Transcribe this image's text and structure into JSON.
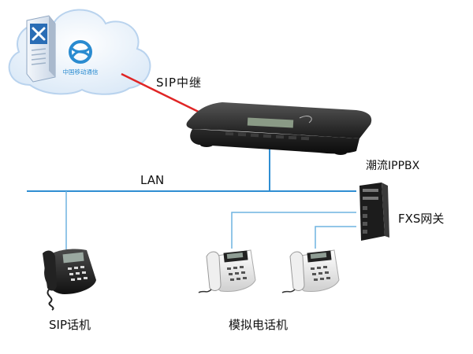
{
  "cloud": {
    "logo_caption": "中国移动通信"
  },
  "links": {
    "sip_trunk_label": "SIP中继",
    "lan_label": "LAN"
  },
  "devices": {
    "ippbx_label": "潮流IPPBX",
    "fxs_gateway_label": "FXS网关",
    "sip_phone_label": "SIP话机",
    "analog_phones_label": "模拟电话机"
  },
  "colors": {
    "lan_line": "#2f8ed2",
    "phone_line": "#6fb3e0",
    "sip_trunk_line": "#e02525",
    "cloud_fill": "#eef5fc",
    "cloud_stroke": "#b9d3ee",
    "server_blue": "#2a6db5",
    "mobile_blue": "#2a8bd0",
    "device_body": "#1c1c1c"
  }
}
